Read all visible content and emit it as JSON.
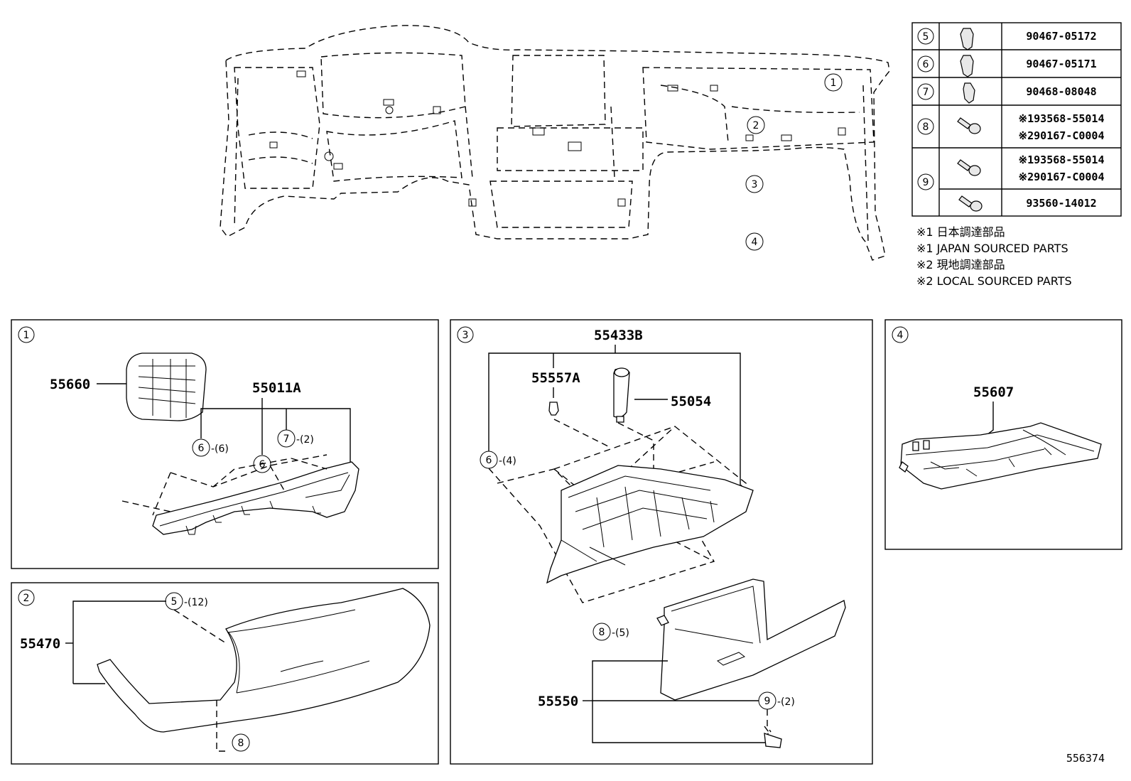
{
  "callouts": {
    "dash_1": "1",
    "dash_2": "2",
    "dash_3": "3",
    "dash_4": "4",
    "panel_1": "1",
    "panel_2": "2",
    "panel_3": "3",
    "panel_4": "4"
  },
  "fastener_table": {
    "rows": [
      {
        "no": "5",
        "parts": [
          "90467-05172"
        ]
      },
      {
        "no": "6",
        "parts": [
          "90467-05171"
        ]
      },
      {
        "no": "7",
        "parts": [
          "90468-08048"
        ]
      },
      {
        "no": "8",
        "parts": [
          "※193568-55014",
          "※290167-C0004"
        ]
      },
      {
        "no": "9",
        "parts": [
          "※193568-55014",
          "※290167-C0004",
          "93560-14012"
        ]
      }
    ]
  },
  "notes": [
    "※1 日本調達部品",
    "※1 JAPAN SOURCED PARTS",
    "※2 現地調達部品",
    "※2 LOCAL SOURCED PARTS"
  ],
  "panel1": {
    "p55660": "55660",
    "p55011A": "55011A",
    "c6": "6",
    "q6": "-(6)",
    "c7": "7",
    "q7": "-(2)",
    "c6b": "6"
  },
  "panel2": {
    "p55470": "55470",
    "c5": "5",
    "q5": "-(12)",
    "c8": "8"
  },
  "panel3": {
    "p55433B": "55433B",
    "p55557A": "55557A",
    "p55054": "55054",
    "c6": "6",
    "q6": "-(4)",
    "c8": "8",
    "q8": "-(5)",
    "p55550": "55550",
    "c9": "9",
    "q9": "-(2)"
  },
  "panel4": {
    "p55607": "55607"
  },
  "ref_number": "556374"
}
